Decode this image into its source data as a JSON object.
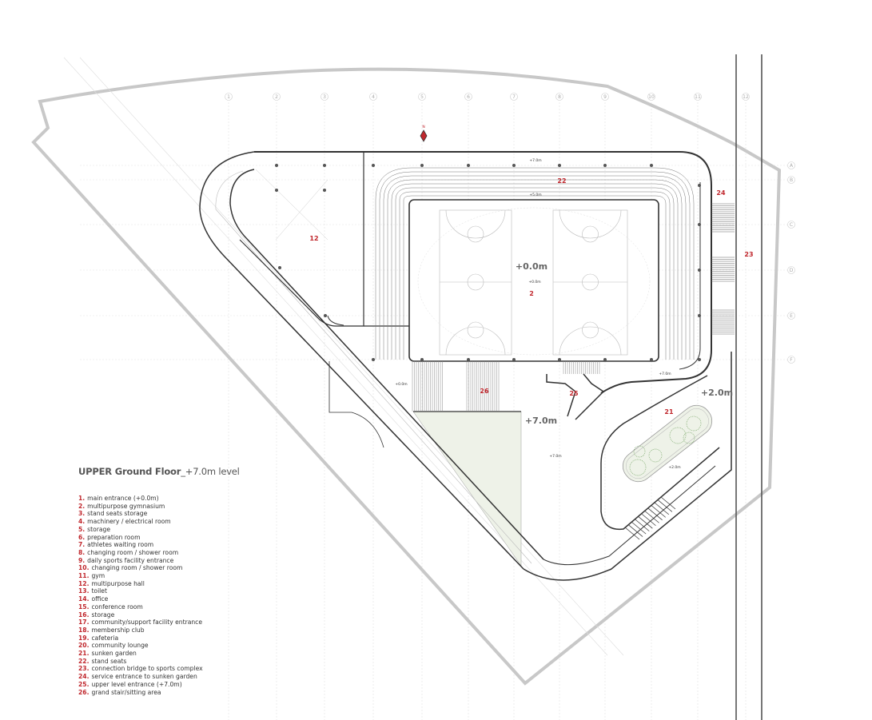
{
  "plan": {
    "title": "UPPER Ground Floor",
    "title_level": "_+7.0m level",
    "north_label": "N",
    "grid_columns": [
      "1",
      "2",
      "3",
      "4",
      "5",
      "6",
      "7",
      "8",
      "9",
      "10",
      "11",
      "12"
    ],
    "grid_rows": [
      "A",
      "B",
      "C",
      "D",
      "E",
      "F"
    ],
    "area_labels": {
      "hall": "12",
      "stands": "22",
      "service_entrance": "24",
      "bridge": "23",
      "gym": "2",
      "grand_stair": "26",
      "upper_entrance": "25",
      "sunken_garden": "21"
    },
    "elevations": {
      "gym_floor_big": "+0.0m",
      "gym_floor_small": "+0.0m",
      "stands_top": "+7.0m",
      "stands_mid": "+5.0m",
      "east_terrace": "+7.0m",
      "west_stair": "+0.0m",
      "plaza_big": "+7.0m",
      "plaza_small": "+7.0m",
      "garden_big": "+2.0m",
      "garden_small": "+2.0m"
    },
    "colors": {
      "accent": "#c0272d",
      "garden": "#eef2e8",
      "site_outline": "#c8c8c8"
    }
  },
  "legend": [
    {
      "n": "1.",
      "label": "main entrance (+0.0m)"
    },
    {
      "n": "2.",
      "label": "multipurpose gymnasium"
    },
    {
      "n": "3.",
      "label": "stand seats storage"
    },
    {
      "n": "4.",
      "label": "machinery / electrical room"
    },
    {
      "n": "5.",
      "label": "storage"
    },
    {
      "n": "6.",
      "label": "preparation room"
    },
    {
      "n": "7.",
      "label": "athletes waiting room"
    },
    {
      "n": "8.",
      "label": "changing room / shower room"
    },
    {
      "n": "9.",
      "label": "daily sports facility entrance"
    },
    {
      "n": "10.",
      "label": "changing room / shower room"
    },
    {
      "n": "11.",
      "label": "gym"
    },
    {
      "n": "12.",
      "label": "multipurpose hall"
    },
    {
      "n": "13.",
      "label": "toilet"
    },
    {
      "n": "14.",
      "label": "office"
    },
    {
      "n": "15.",
      "label": "conference room"
    },
    {
      "n": "16.",
      "label": "storage"
    },
    {
      "n": "17.",
      "label": "community/support facility entrance"
    },
    {
      "n": "18.",
      "label": "membership club"
    },
    {
      "n": "19.",
      "label": "cafeteria"
    },
    {
      "n": "20.",
      "label": "community lounge"
    },
    {
      "n": "21.",
      "label": "sunken garden"
    },
    {
      "n": "22.",
      "label": "stand seats"
    },
    {
      "n": "23.",
      "label": "connection bridge to sports complex"
    },
    {
      "n": "24.",
      "label": "service entrance to sunken garden"
    },
    {
      "n": "25.",
      "label": "upper level entrance (+7.0m)"
    },
    {
      "n": "26.",
      "label": "grand stair/sitting area"
    }
  ]
}
